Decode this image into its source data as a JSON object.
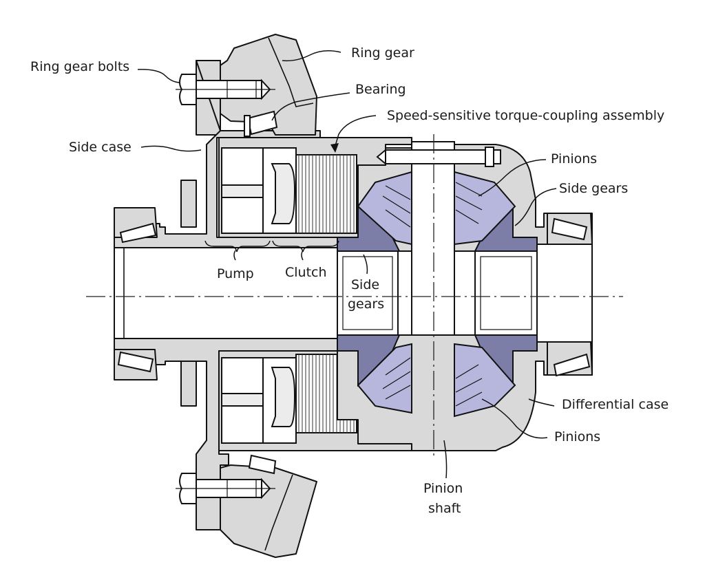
{
  "diagram": {
    "title": "Speed-sensitive limited-slip differential cross-section",
    "colors": {
      "case_fill": "#d9d9d9",
      "side_gear_fill": "#7d7ea8",
      "pinion_fill": "#b7b7de",
      "outline": "#111111",
      "background": "#ffffff"
    },
    "labels": {
      "ring_gear_bolts": "Ring gear bolts",
      "ring_gear": "Ring gear",
      "bearing": "Bearing",
      "torque_coupling": "Speed-sensitive torque-coupling assembly",
      "side_case": "Side case",
      "pinions_top": "Pinions",
      "side_gears_right": "Side gears",
      "pump": "Pump",
      "clutch": "Clutch",
      "side_gears_center_1": "Side",
      "side_gears_center_2": "gears",
      "differential_case": "Differential case",
      "pinions_bottom": "Pinions",
      "pinion_shaft_1": "Pinion",
      "pinion_shaft_2": "shaft"
    }
  }
}
